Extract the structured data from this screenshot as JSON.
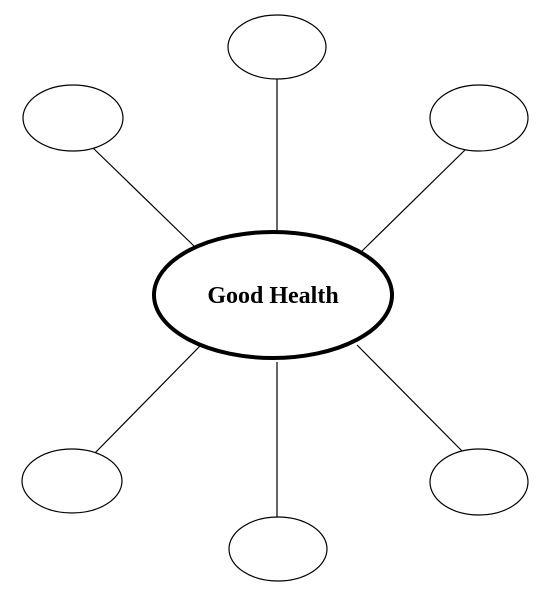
{
  "diagram": {
    "center": {
      "label": "Good Health"
    },
    "outer_nodes": [
      {
        "id": "top",
        "label": ""
      },
      {
        "id": "upper-left",
        "label": ""
      },
      {
        "id": "upper-right",
        "label": ""
      },
      {
        "id": "lower-left",
        "label": ""
      },
      {
        "id": "bottom",
        "label": ""
      },
      {
        "id": "lower-right",
        "label": ""
      }
    ]
  }
}
